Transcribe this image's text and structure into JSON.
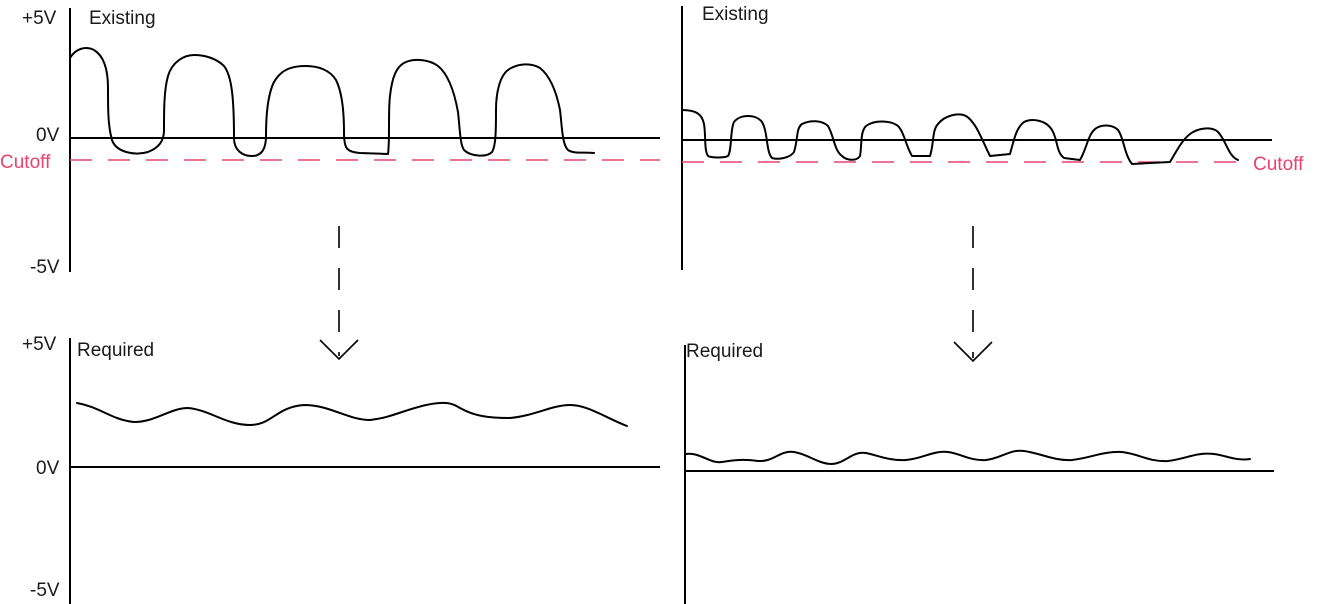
{
  "panels": {
    "top_left": {
      "title": "Existing",
      "top_label": "+5V",
      "zero_label": "0V",
      "bottom_label": "-5V",
      "cutoff_label": "Cutoff"
    },
    "top_right": {
      "title": "Existing",
      "cutoff_label": "Cutoff"
    },
    "bottom_left": {
      "title": "Required",
      "top_label": "+5V",
      "zero_label": "0V",
      "bottom_label": "-5V"
    },
    "bottom_right": {
      "title": "Required"
    }
  },
  "colors": {
    "cutoff": "#e8436f",
    "ink": "#000000"
  }
}
